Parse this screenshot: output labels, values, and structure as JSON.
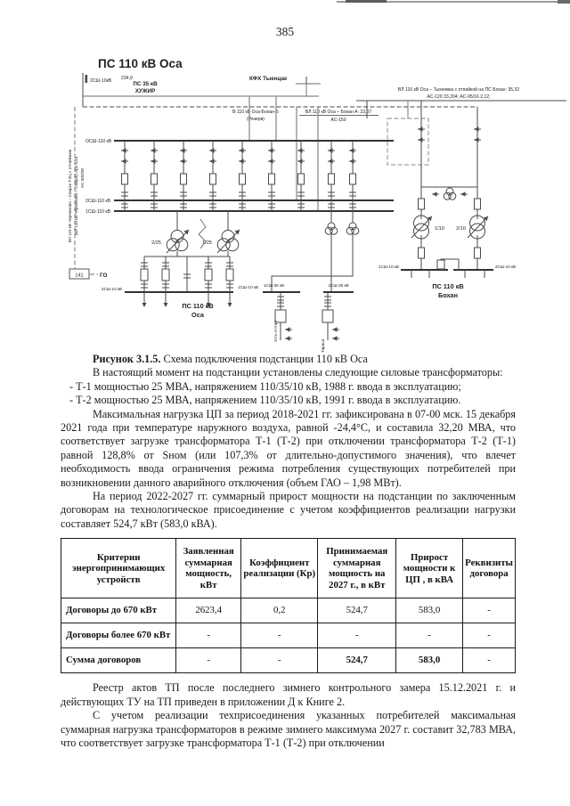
{
  "page": {
    "number": "385"
  },
  "diagram": {
    "labels": {
      "title": "ПС 110 кВ Оса",
      "tick_label": "2СШ-10кВ",
      "tick_value": "234,9",
      "ps35_1": "ПС 35 кВ",
      "ps35_2": "ХУЖИР",
      "kfh": "КФХ Тыенцак",
      "vl_tyheevka_1": "ВЛ 110 кВ Оса – Тыхеевка с отпайкой на ПС Бохан:  35,32",
      "vl_tyheevka_2": "АС-120 33,204; АС-95/16 2,12;",
      "v_osa_bohan_b_1": "В 110 кВ Оса-Бохан-Б",
      "v_osa_bohan_b_2": "(Резерв)",
      "vl_osa_bohan_a_1": "ВЛ 110 кВ Оса – Бохан А: 23,07",
      "vl_osa_bohan_a_2": "АС-150",
      "bus_osh110": "ОСШ-110 кВ",
      "bus_2ssh110": "2СШ-110 кВ",
      "bus_1ssh110": "1СШ-110 кВ",
      "tr_2_25": "2/25",
      "tr_1_25": "1/25",
      "bus_2ssh10": "2СШ-10 кВ",
      "bus_1ssh10": "1СШ-10 кВ",
      "ps_osa_1": "ПС 110 кВ",
      "ps_osa_2": "Оса",
      "bus_1ssh35": "1СШ-35 кВ",
      "bus_2ssh35": "2СШ-35 кВ",
      "feeder_ust_altan": "Усть-Алтан",
      "feeder_tarasa": "Тараса",
      "tr_1_10": "1/10",
      "tr_2_10": "2/10",
      "bohan_bus_1": "1СШ-10 кВ",
      "bohan_bus_2": "2СШ-10 кВ",
      "ps_bohan_1": "ПС 110 кВ",
      "ps_bohan_2": "Бохан",
      "vl_cherem_1": "ВЛ 110 кВ Черемхово – Свирск ТЭЦ с отпайками",
      "vl_cherem_2": "(ВЛ 110 кВ Черемхово – Свирск) Арх 5,44",
      "vl_cherem_3": "АС-300/39",
      "box_141": "141",
      "go": "ГО"
    }
  },
  "caption": {
    "label": "Рисунок 3.1.5.",
    "text": " Схема подключения подстанции 110 кВ Оса"
  },
  "paragraphs": [
    "В настоящий момент на подстанции установлены следующие силовые трансформаторы:",
    "- Т-1 мощностью 25 МВА, напряжением 110/35/10 кВ, 1988 г. ввода в эксплуатацию;",
    "- Т-2 мощностью 25 МВА, напряжением 110/35/10 кВ, 1991 г. ввода в эксплуатацию.",
    "Максимальная нагрузка ЦП за период 2018-2021 гг. зафиксирована в 07-00 мск. 15 декабря 2021 года при температуре наружного воздуха, равной -24,4°С, и составила 32,20 МВА, что соответствует загрузке трансформатора Т-1 (Т-2) при отключении трансформатора Т-2 (Т-1) равной 128,8% от Sном (или 107,3% от длительно-допустимого значения), что влечет необходимость ввода ограничения режима потребления существующих потребителей при возникновении данного аварийного отключения (объем ГАО – 1,98 МВт).",
    "На период 2022-2027 гг. суммарный прирост мощности на подстанции по заключенным договорам на технологическое присоединение с учетом коэффициентов реализации нагрузки составляет 524,7 кВт (583,0 кВА).",
    "Реестр актов ТП после последнего зимнего контрольного замера 15.12.2021 г. и действующих ТУ на ТП приведен в приложении Д к Книге 2.",
    "С учетом реализации техприсоединения указанных потребителей максимальная суммарная нагрузка трансформаторов в режиме зимнего максимума 2027 г. составит 32,783 МВА, что соответствует загрузке трансформатора Т-1 (Т-2) при отключении"
  ],
  "table": {
    "headers": [
      "Критерии энергопринимающих устройств",
      "Заявленная суммарная мощность, кВт",
      "Коэффициент реализации (Кр)",
      "Принимаемая суммарная мощность на 2027 г., в кВт",
      "Прирост мощности к ЦП , в кВА",
      "Реквизиты договора"
    ],
    "col_widths": [
      "26%",
      "14.6%",
      "17.4%",
      "17.6%",
      "15.4%",
      "9%"
    ],
    "rows": [
      {
        "cells": [
          "Договоры до 670 кВт",
          "2623,4",
          "0,2",
          "524,7",
          "583,0",
          "-"
        ],
        "bold": [
          0
        ]
      },
      {
        "cells": [
          "Договоры более 670 кВт",
          "-",
          "-",
          "-",
          "-",
          "-"
        ],
        "bold": [
          0
        ]
      },
      {
        "cells": [
          "Сумма договоров",
          "-",
          "-",
          "524,7",
          "583,0",
          "-"
        ],
        "bold": [
          0,
          3,
          4
        ]
      }
    ]
  }
}
